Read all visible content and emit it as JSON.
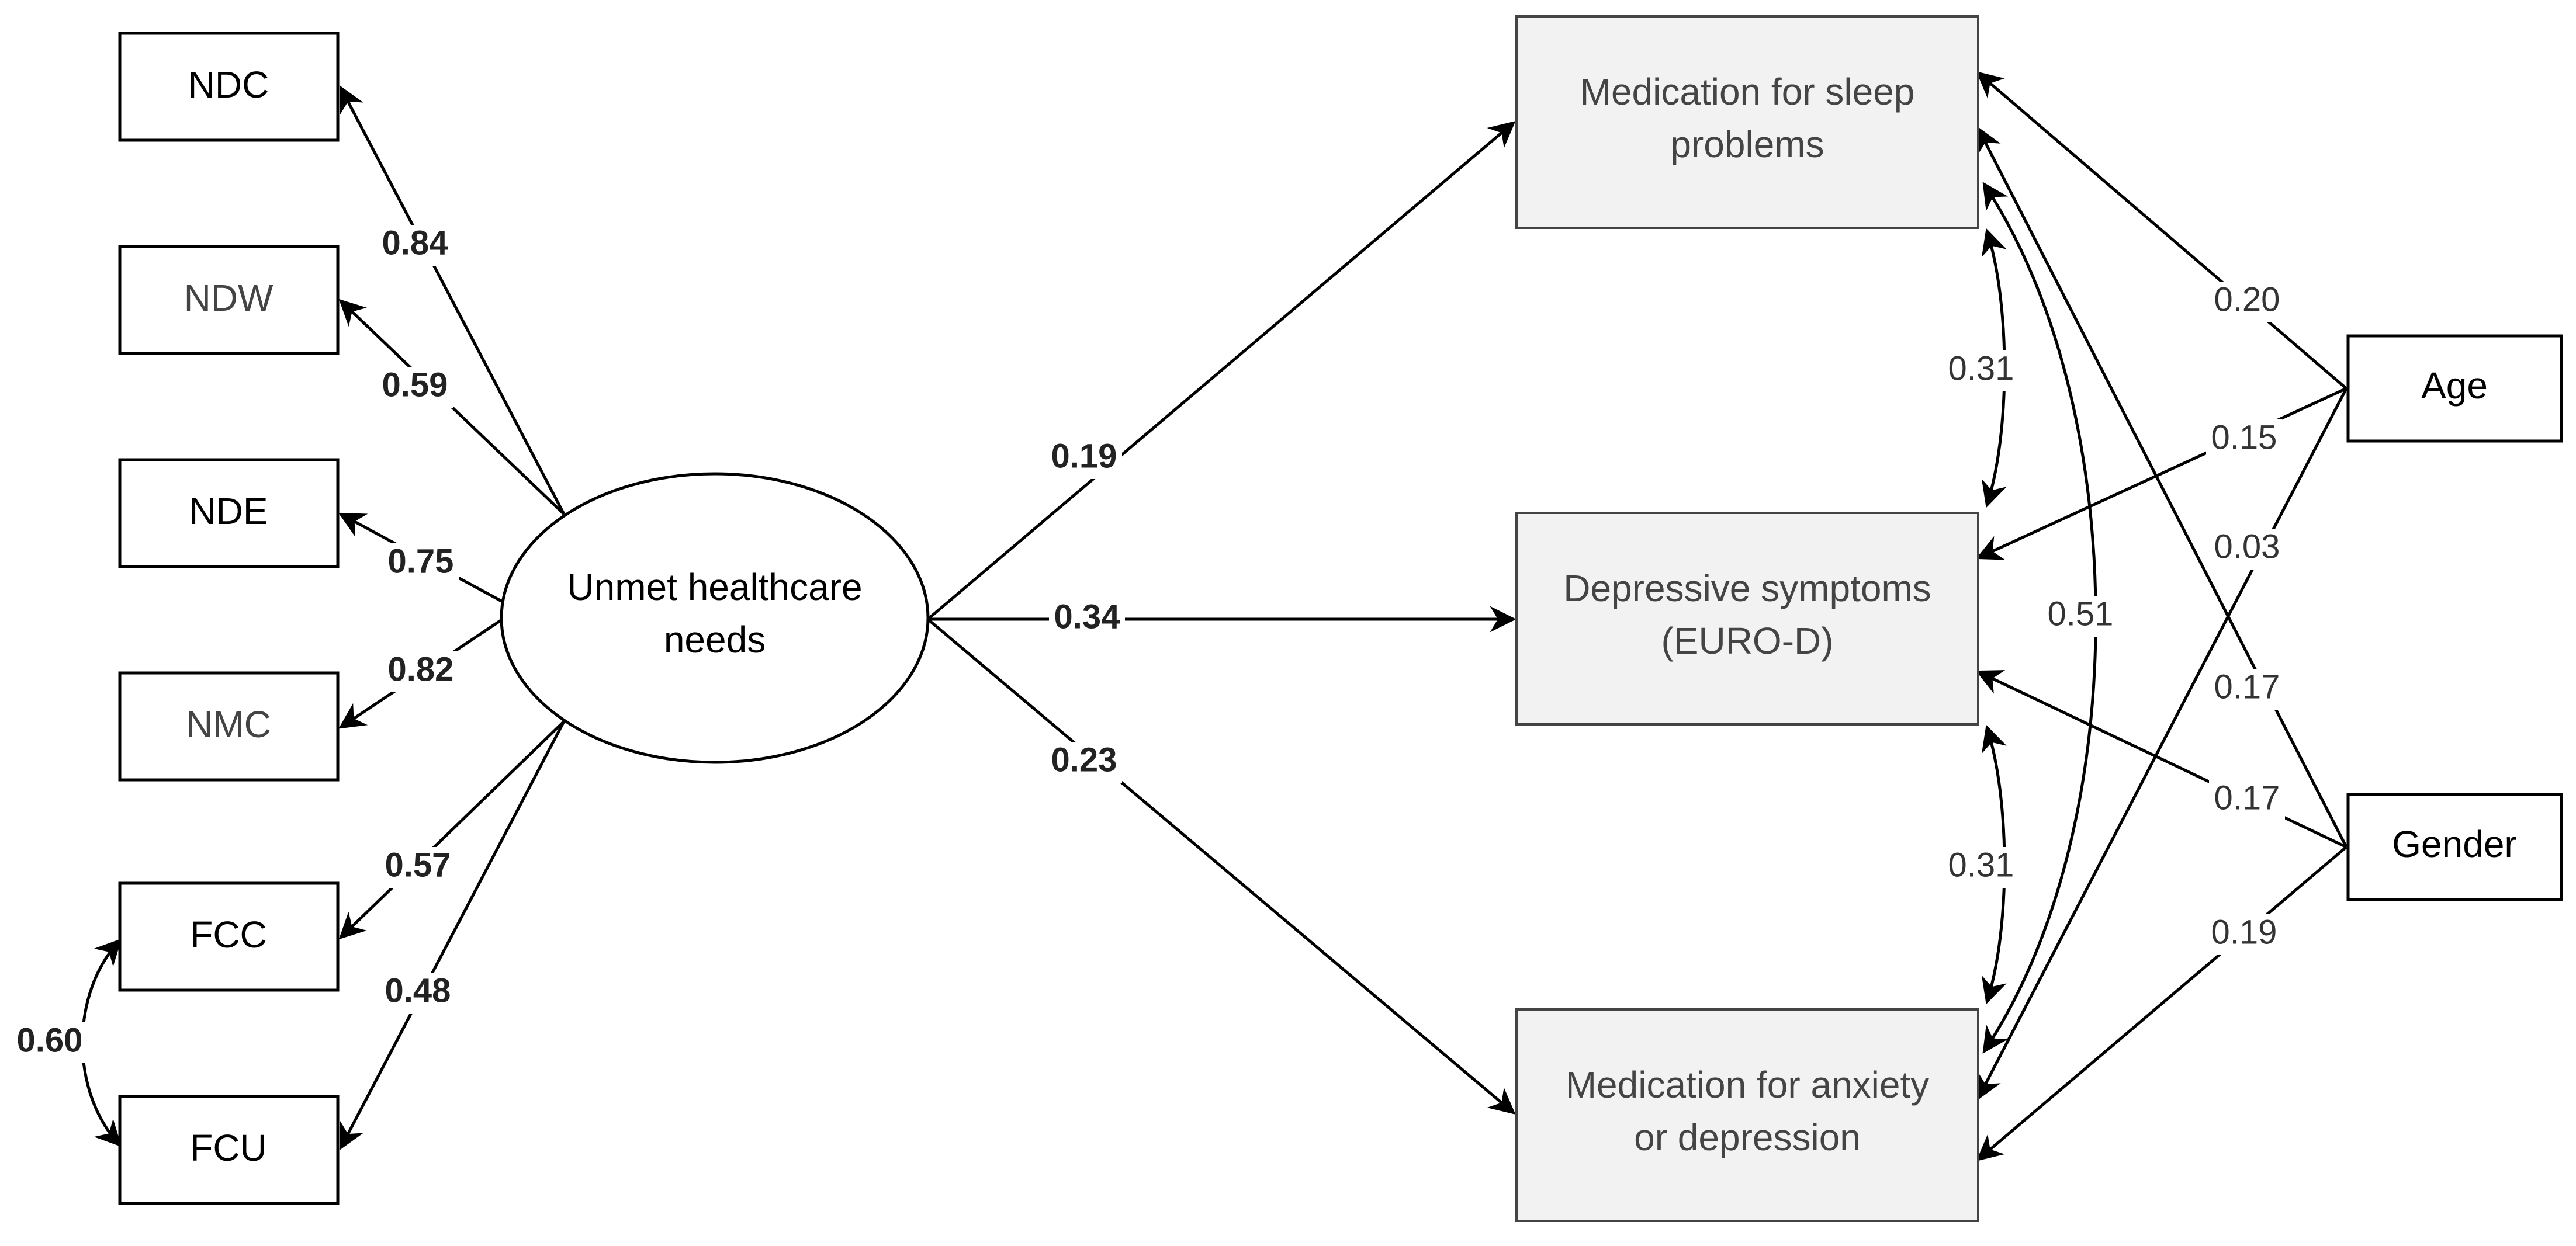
{
  "nodes": {
    "ndc": "NDC",
    "ndw": "NDW",
    "nde": "NDE",
    "nmc": "NMC",
    "fcc": "FCC",
    "fcu": "FCU",
    "latent": {
      "line1": "Unmet healthcare",
      "line2": "needs"
    },
    "sleep": {
      "line1": "Medication for sleep",
      "line2": "problems"
    },
    "depressive": {
      "line1": "Depressive symptoms",
      "line2": "(EURO-D)"
    },
    "anxiety": {
      "line1": "Medication for anxiety",
      "line2": "or depression"
    },
    "age": "Age",
    "gender": "Gender"
  },
  "coefficients": {
    "ndc": "0.84",
    "ndw": "0.59",
    "nde": "0.75",
    "nmc": "0.82",
    "fcc": "0.57",
    "fcu": "0.48",
    "fcc_fcu": "0.60",
    "latent_sleep": "0.19",
    "latent_depressive": "0.34",
    "latent_anxiety": "0.23",
    "sleep_depressive": "0.31",
    "depressive_anxiety": "0.31",
    "sleep_anxiety": "0.51",
    "age_sleep": "0.20",
    "age_depressive": "0.15",
    "age_anxiety": "0.03",
    "gender_sleep": "0.17",
    "gender_depressive": "0.17",
    "gender_anxiety": "0.19"
  },
  "colors": {
    "line": "#000000",
    "box_fill_outcome": "#f2f2f2",
    "box_fill_indicator": "#ffffff"
  }
}
